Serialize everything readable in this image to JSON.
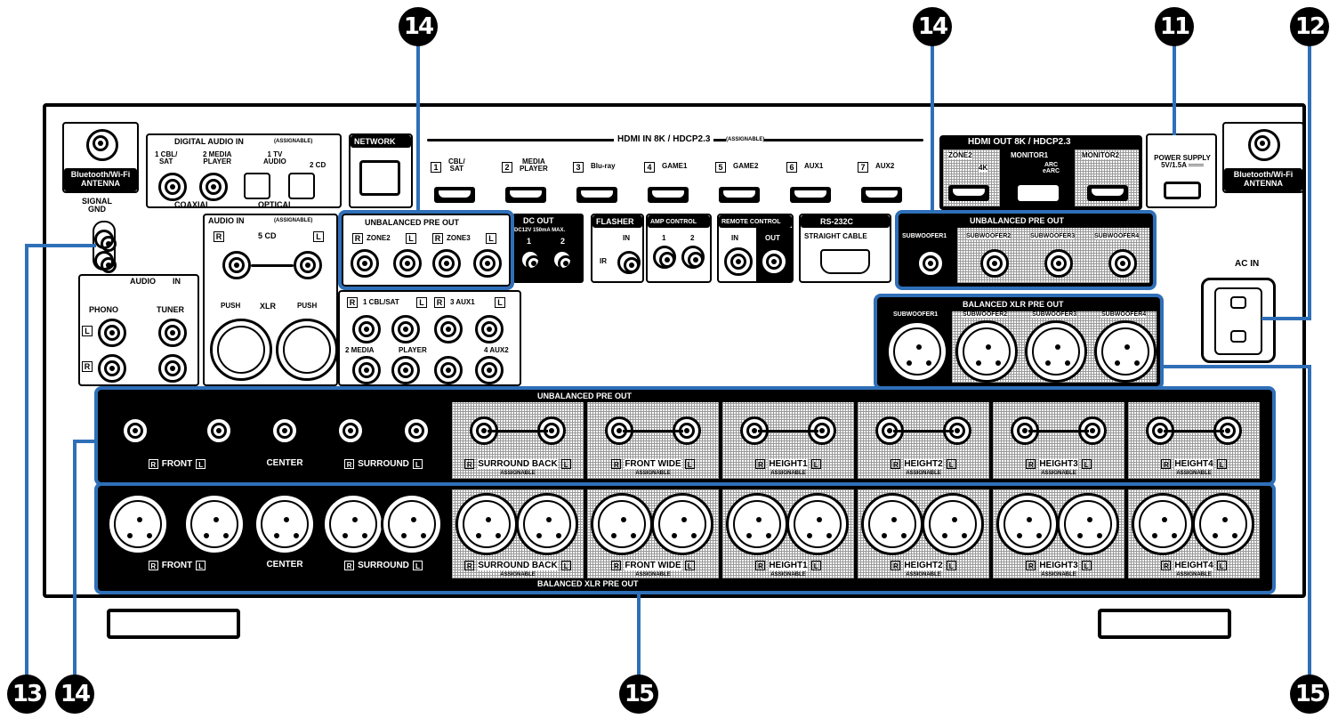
{
  "callouts": {
    "c11": "11",
    "c12": "12",
    "c13": "13",
    "c14_top_left": "14",
    "c14_top_right": "14",
    "c14_bottom": "14",
    "c15_bottom_mid": "15",
    "c15_bottom_right": "15"
  },
  "antenna_left": "Bluetooth/Wi-Fi\nANTENNA",
  "antenna_right": "Bluetooth/Wi-Fi\nANTENNA",
  "digital_audio": {
    "title": "DIGITAL AUDIO IN",
    "assignable": "(ASSIGNABLE)",
    "in1": "1 CBL/\nSAT",
    "in2": "2 MEDIA\nPLAYER",
    "in3": "1 TV\nAUDIO",
    "in4": "2 CD",
    "coaxial": "COAXIAL",
    "optical": "OPTICAL"
  },
  "network": "NETWORK",
  "hdmi_in": {
    "title": "HDMI IN 8K / HDCP2.3",
    "assignable": "(ASSIGNABLE)",
    "ports": [
      {
        "n": "1",
        "label": "CBL/\nSAT"
      },
      {
        "n": "2",
        "label": "MEDIA\nPLAYER"
      },
      {
        "n": "3",
        "label": "Blu-ray"
      },
      {
        "n": "4",
        "label": "GAME1"
      },
      {
        "n": "5",
        "label": "GAME2"
      },
      {
        "n": "6",
        "label": "AUX1"
      },
      {
        "n": "7",
        "label": "AUX2"
      }
    ]
  },
  "hdmi_out": {
    "title": "HDMI OUT 8K / HDCP2.3",
    "zone2": "ZONE2",
    "k4": "4K",
    "monitor1": "MONITOR1",
    "arc": "ARC\neARC",
    "monitor2": "MONITOR2"
  },
  "power_supply": "POWER SUPPLY\n5V/1.5A ═══",
  "signal_gnd": "SIGNAL\nGND",
  "audio_in_upper": {
    "title": "AUDIO IN",
    "assignable": "(ASSIGNABLE)",
    "r": "R",
    "l": "L",
    "cd": "5 CD",
    "push": "PUSH",
    "xlr": "XLR",
    "cbl": "1 CBL/SAT",
    "aux1": "3 AUX1",
    "media": "2 MEDIA",
    "player": "PLAYER",
    "aux2": "4 AUX2"
  },
  "audio_in_lower": {
    "title": "AUDIO",
    "in": "IN",
    "phono": "PHONO",
    "tuner": "TUNER",
    "l": "L",
    "r": "R"
  },
  "unbal_zone": {
    "title": "UNBALANCED PRE OUT",
    "zone2": "ZONE2",
    "zone3": "ZONE3",
    "r": "R",
    "l": "L"
  },
  "dc_out": {
    "title": "DC OUT",
    "spec": "DC12V 150mA MAX.",
    "one": "1",
    "two": "2"
  },
  "flasher": {
    "title": "FLASHER",
    "in": "IN",
    "ir": "IR"
  },
  "amp_control": {
    "title": "AMP CONTROL",
    "one": "1",
    "two": "2"
  },
  "remote_control": {
    "title": "REMOTE CONTROL",
    "in": "IN",
    "out": "OUT"
  },
  "rs232c": {
    "title": "RS-232C",
    "sub": "STRAIGHT CABLE"
  },
  "unbal_sub": {
    "title": "UNBALANCED PRE OUT",
    "subs": [
      "SUBWOOFER1",
      "SUBWOOFER2",
      "SUBWOOFER3",
      "SUBWOOFER4"
    ]
  },
  "bal_sub": {
    "title": "BALANCED XLR PRE OUT",
    "subs": [
      "SUBWOOFER1",
      "SUBWOOFER2",
      "SUBWOOFER3",
      "SUBWOOFER4"
    ]
  },
  "ac_in": "AC IN",
  "unbal_main": {
    "title": "UNBALANCED PRE OUT",
    "groups": [
      "FRONT",
      "CENTER",
      "SURROUND",
      "SURROUND BACK",
      "FRONT WIDE",
      "HEIGHT1",
      "HEIGHT2",
      "HEIGHT3",
      "HEIGHT4"
    ],
    "assignable": "ASSIGNABLE",
    "r": "R",
    "l": "L"
  },
  "bal_main": {
    "title": "BALANCED XLR PRE OUT",
    "groups": [
      "FRONT",
      "CENTER",
      "SURROUND",
      "SURROUND BACK",
      "FRONT WIDE",
      "HEIGHT1",
      "HEIGHT2",
      "HEIGHT3",
      "HEIGHT4"
    ],
    "assignable": "ASSIGNABLE",
    "r": "R",
    "l": "L"
  },
  "colors": {
    "callout_line": "#2f6fb8",
    "ink": "#000000",
    "hatch": "#999999"
  }
}
